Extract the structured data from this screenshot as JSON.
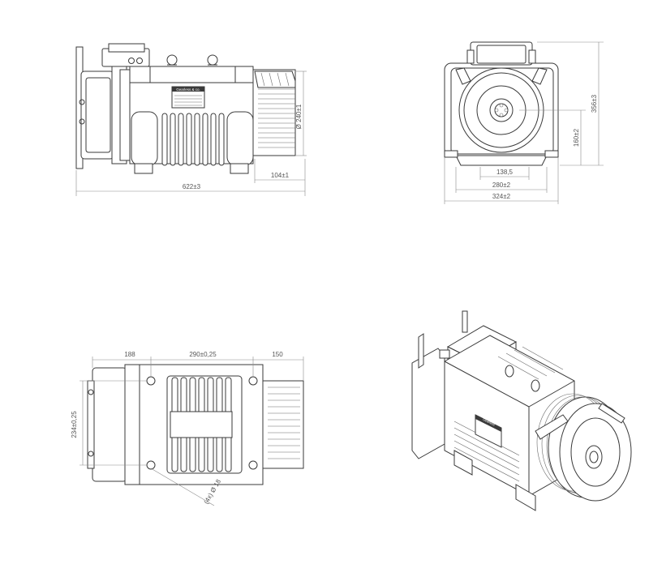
{
  "drawing": {
    "colors": {
      "line": "#3a3a3a",
      "dimension": "#8a8a8a",
      "text": "#555555",
      "background": "#ffffff"
    },
    "side_view": {
      "overall_length": "622±3",
      "pulley_diameter": "Ø 240±1",
      "pulley_width": "104±1",
      "nameplate": "Gearless & co."
    },
    "front_view": {
      "height_total": "356±3",
      "axis_height": "160±2",
      "hub_width": "138,5",
      "base_width": "280±2",
      "overall_width": "324±2"
    },
    "top_view": {
      "left_offset": "188",
      "hole_spacing": "290±0,25",
      "right_offset": "150",
      "hole_spacing_vertical": "234±0,25",
      "holes": "(4x) Ø 18"
    },
    "iso_view": {
      "nameplate": "Gearless"
    }
  }
}
